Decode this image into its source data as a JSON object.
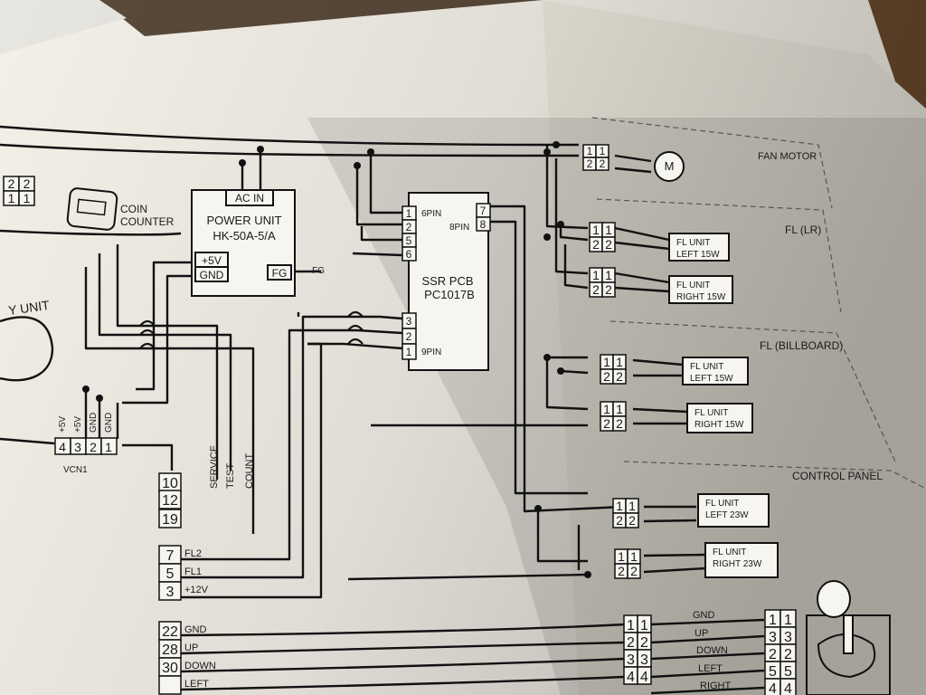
{
  "diagram": {
    "blocks": {
      "power_unit": {
        "pins": [
          "AC IN",
          "+5V",
          "GND",
          "FG"
        ],
        "title_line1": "POWER UNIT",
        "title_line2": "HK-50A-5/A",
        "fg_wire": "FG"
      },
      "ssr_pcb": {
        "title_line1": "SSR PCB",
        "title_line2": "PC1017B",
        "pins_6pin": [
          "1",
          "2",
          "5",
          "6"
        ],
        "pins_8pin": [
          "7",
          "8"
        ],
        "pins_9pin": [
          "3",
          "2",
          "1"
        ],
        "label_6pin": "6PIN",
        "label_8pin": "8PIN",
        "label_9pin": "9PIN"
      },
      "coin_counter": {
        "line1": "COIN",
        "line2": "COUNTER"
      },
      "display_unit": {
        "label": "Y UNIT"
      }
    },
    "sections": {
      "fan_motor": "FAN MOTOR",
      "fl_lr": "FL (LR)",
      "fl_billboard": "FL (BILLBOARD)",
      "control_panel": "CONTROL PANEL"
    },
    "fl_units": [
      {
        "line1": "FL UNIT",
        "line2": "LEFT  15W"
      },
      {
        "line1": "FL UNIT",
        "line2": "RIGHT 15W"
      },
      {
        "line1": "FL UNIT",
        "line2": "LEFT  15W"
      },
      {
        "line1": "FL UNIT",
        "line2": "RIGHT 15W"
      },
      {
        "line1": "FL UNIT",
        "line2": "LEFT  23W"
      },
      {
        "line1": "FL UNIT",
        "line2": "RIGHT 23W"
      }
    ],
    "motor_symbol": "M",
    "vcn1": {
      "name": "VCN1",
      "pins": [
        "4",
        "3",
        "2",
        "1"
      ],
      "pin_labels": [
        "+5V",
        "+5V",
        "GND",
        "GND"
      ]
    },
    "harness_pins": [
      {
        "pin": "10",
        "label": "SERVICE"
      },
      {
        "pin": "12",
        "label": "TEST"
      },
      {
        "pin": "19",
        "label": "COUNT"
      },
      {
        "pin": "7",
        "label": "FL2"
      },
      {
        "pin": "5",
        "label": "FL1"
      },
      {
        "pin": "3",
        "label": "+12V"
      },
      {
        "pin": "22",
        "label": "GND"
      },
      {
        "pin": "28",
        "label": "UP"
      },
      {
        "pin": "30",
        "label": "DOWN"
      },
      {
        "pin": "",
        "label": "LEFT"
      }
    ],
    "left_edge_pins": [
      [
        "2",
        "2"
      ],
      [
        "1",
        "1"
      ]
    ],
    "two_pin_conn": [
      [
        "1",
        "1"
      ],
      [
        "2",
        "2"
      ]
    ],
    "control_left_pins": [
      [
        "1",
        "1"
      ],
      [
        "2",
        "2"
      ],
      [
        "3",
        "3"
      ],
      [
        "4",
        "4"
      ]
    ],
    "control_wire_labels": [
      "GND",
      "UP",
      "DOWN",
      "LEFT",
      "RIGHT"
    ],
    "joystick_pins": [
      [
        "1",
        "1"
      ],
      [
        "3",
        "3"
      ],
      [
        "2",
        "2"
      ],
      [
        "5",
        "5"
      ],
      [
        "4",
        "4"
      ]
    ]
  }
}
